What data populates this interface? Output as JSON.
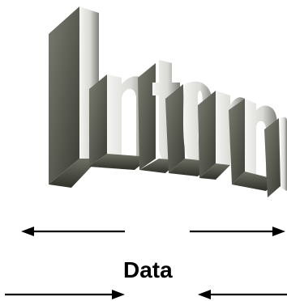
{
  "wordart": {
    "text": "Internet",
    "face_light": "#f4f4f2",
    "face_dark": "#7d7e78",
    "extrusion_light": "#7a7b70",
    "extrusion_dark": "#3c3d35"
  },
  "label": {
    "text": "Data"
  },
  "arrows": [
    {
      "direction": "left",
      "meaning": "outgoing"
    },
    {
      "direction": "right",
      "meaning": "outgoing"
    },
    {
      "direction": "right",
      "meaning": "incoming"
    },
    {
      "direction": "left",
      "meaning": "incoming"
    }
  ]
}
